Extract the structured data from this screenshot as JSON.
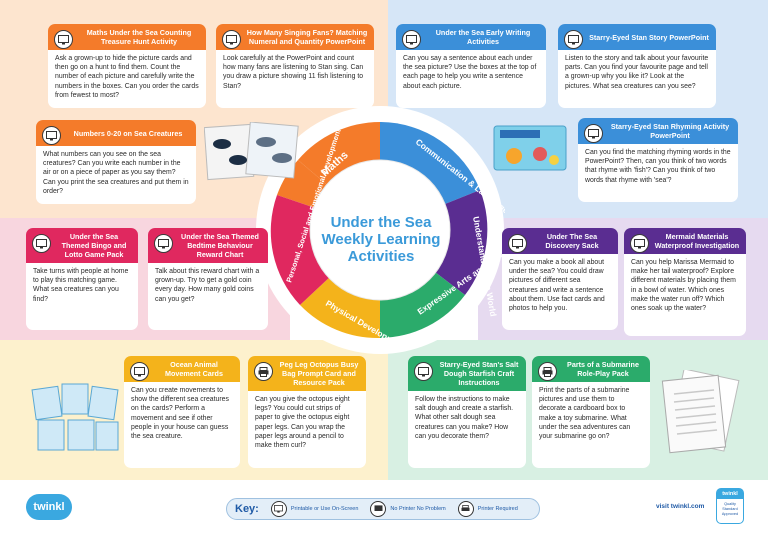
{
  "title": "Under the Sea Weekly Learning Activities",
  "wheel": {
    "maths": "Maths",
    "communication": "Communication & Language and Literacy",
    "world": "Understanding the World",
    "expressive": "Expressive Arts and Design",
    "physical": "Physical Development",
    "psed": "Personal, Social and Emotional Development"
  },
  "cards": {
    "counting": {
      "title": "Maths Under the Sea Counting Treasure Hunt Activity",
      "body": "Ask a grown-up to hide the picture cards and then go on a hunt to find them. Count the number of each picture and carefully write the numbers in the boxes. Can you order the cards from fewest to most?"
    },
    "fans": {
      "title": "How Many Singing Fans? Matching Numeral and Quantity PowerPoint",
      "body": "Look carefully at the PowerPoint and count how many fans are listening to Stan sing. Can you draw a picture showing 11 fish listening to Stan?"
    },
    "numbers": {
      "title": "Numbers 0-20 on Sea Creatures",
      "body": "What numbers can you see on the sea creatures? Can you write each number in the air or on a piece of paper as you say them? Can you print the sea creatures and put them in order?"
    },
    "writing": {
      "title": "Under the Sea Early Writing Activities",
      "body": "Can you say a sentence about each under the sea picture? Use the boxes at the top of each page to help you write a sentence about each picture."
    },
    "story": {
      "title": "Starry-Eyed Stan Story PowerPoint",
      "body": "Listen to the story and talk about your favourite parts. Can you find your favourite page and tell a grown-up why you like it? Look at the pictures. What sea creatures can you see?"
    },
    "rhyming": {
      "title": "Starry-Eyed Stan Rhyming Activity PowerPoint",
      "body": "Can you find the matching rhyming words in the PowerPoint? Then, can you think of two words that rhyme with 'fish'? Can you think of two words that rhyme with 'sea'?"
    },
    "bingo": {
      "title": "Under the Sea Themed Bingo and Lotto Game Pack",
      "body": "Take turns with people at home to play this matching game. What sea creatures can you find?"
    },
    "reward": {
      "title": "Under the Sea Themed Bedtime Behaviour Reward Chart",
      "body": "Talk about this reward chart with a grown-up. Try to get a gold coin every day. How many gold coins can you get?"
    },
    "discovery": {
      "title": "Under The Sea Discovery Sack",
      "body": "Can you make a book all about under the sea? You could draw pictures of different sea creatures and write a sentence about them. Use fact cards and photos to help you."
    },
    "mermaid": {
      "title": "Mermaid Materials Waterproof Investigation",
      "body": "Can you help Marissa Mermaid to make her tail waterproof? Explore different materials by placing them in a bowl of water. Which ones make the water run off? Which ones soak up the water?"
    },
    "movement": {
      "title": "Ocean Animal Movement Cards",
      "body": "Can you create movements to show the different sea creatures on the cards? Perform a movement and see if other people in your house can guess the sea creature."
    },
    "octopus": {
      "title": "Peg Leg Octopus Busy Bag Prompt Card and Resource Pack",
      "body": "Can you give the octopus eight legs? You could cut strips of paper to give the octopus eight paper legs. Can you wrap the paper legs around a pencil to make them curl?"
    },
    "saltdough": {
      "title": "Starry-Eyed Stan's Salt Dough Starfish Craft Instructions",
      "body": "Follow the instructions to make salt dough and create a starfish. What other salt dough sea creatures can you make? How can you decorate them?"
    },
    "submarine": {
      "title": "Parts of a Submarine Role-Play Pack",
      "body": "Print the parts of a submarine pictures and use them to decorate a cardboard box to make a toy submarine. What under the sea adventures can your submarine go on?"
    }
  },
  "footer": {
    "logo": "twinkl",
    "key_label": "Key:",
    "key_items": [
      "Printable or Use On-Screen",
      "No Printer No Problem",
      "Printer Required"
    ],
    "visit": "visit twinkl.com",
    "badge_top": "twinkl",
    "badge_bottom": "Quality Standard Approved"
  },
  "colors": {
    "maths": "#f47b2a",
    "communication": "#3b8fd9",
    "psed": "#e0285f",
    "world": "#5a2d91",
    "physical": "#f4b31b",
    "expressive": "#2bab6b"
  },
  "icons": [
    "monitor-icon",
    "printer-icon"
  ]
}
